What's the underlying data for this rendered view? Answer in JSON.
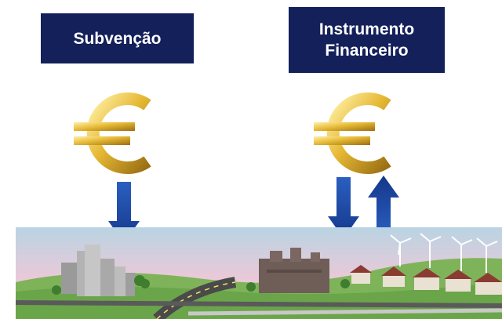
{
  "labels": {
    "subsidy": "Subvenção",
    "instrument_line1": "Instrumento",
    "instrument_line2": "Financeiro"
  },
  "icons": {
    "left_euro": "euro-coin-icon",
    "right_euro": "euro-coin-icon",
    "left_arrow": "arrow-down-icon",
    "right_arrow_down": "arrow-down-icon",
    "right_arrow_up": "arrow-up-icon"
  },
  "colors": {
    "label_bg": "#13205a",
    "label_text": "#ffffff",
    "arrow": "#1a4aa0",
    "euro_gold": "#e8c14a"
  }
}
